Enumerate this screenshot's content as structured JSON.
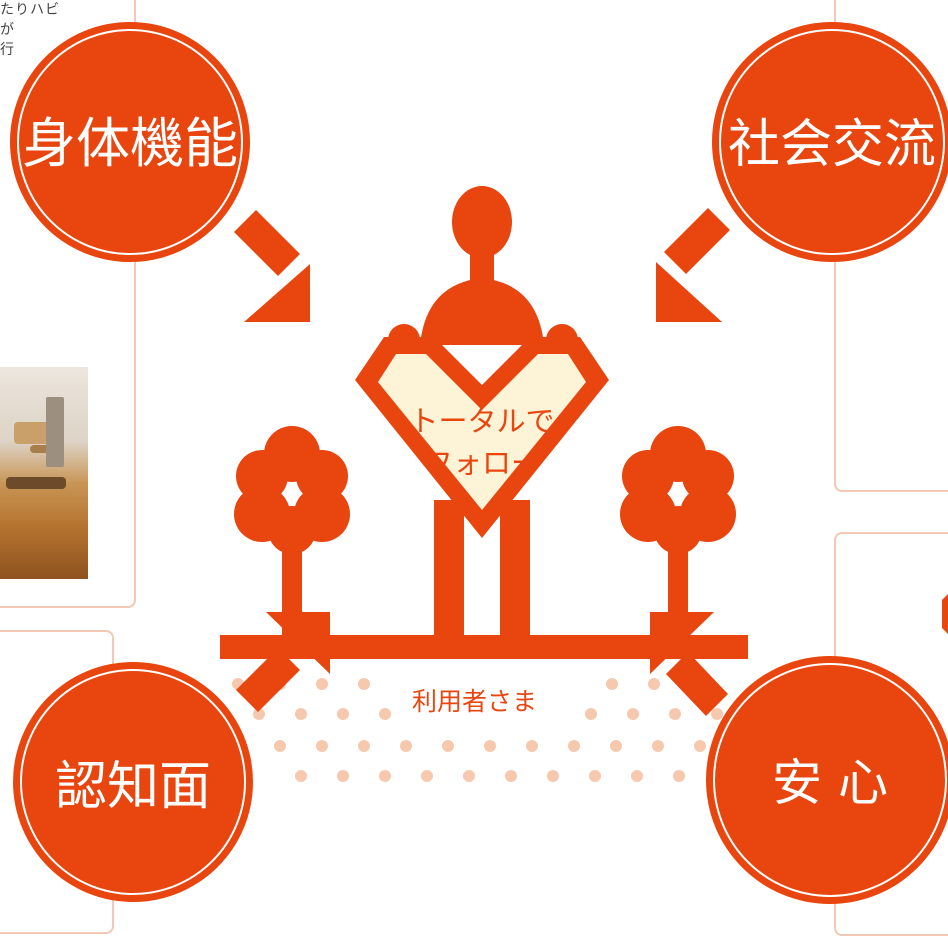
{
  "snippet_text": "たりハビ\nが\n行",
  "categories": {
    "physical": "身体機能",
    "social": "社会交流",
    "cognitive": "認知面",
    "safety": "安 心"
  },
  "heart": {
    "line1": "トータルで",
    "line2": "フォロー"
  },
  "ground_label": "利用者さま",
  "colors": {
    "accent": "#e8450f",
    "heart_fill": "#fdf3d6",
    "panel_border": "#f3c8b4",
    "dots": "#f6c9ae"
  }
}
